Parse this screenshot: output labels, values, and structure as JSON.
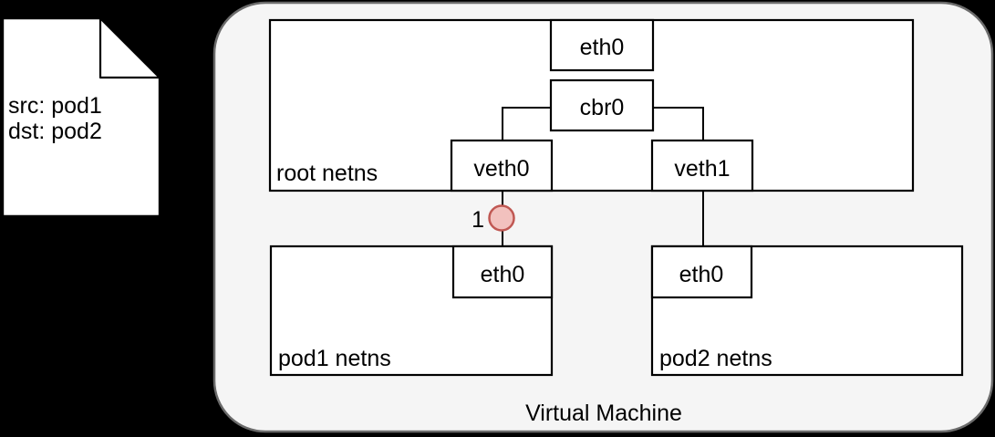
{
  "packet_note": {
    "lines": [
      "src: pod1",
      "dst: pod2"
    ]
  },
  "vm": {
    "label": "Virtual Machine",
    "root_netns": {
      "label": "root netns",
      "eth0": "eth0",
      "cbr0": "cbr0",
      "veth0": "veth0",
      "veth1": "veth1"
    },
    "pod1_netns": {
      "label": "pod1 netns",
      "eth0": "eth0"
    },
    "pod2_netns": {
      "label": "pod2 netns",
      "eth0": "eth0"
    }
  },
  "marker": {
    "label": "1"
  },
  "colors": {
    "background": "#000000",
    "vm_fill": "#f5f5f5",
    "vm_border": "#6b6b6b",
    "node_fill": "#ffffff",
    "node_border": "#000000",
    "marker_fill": "#f2c1be",
    "marker_stroke": "#c05853",
    "text": "#000000"
  }
}
